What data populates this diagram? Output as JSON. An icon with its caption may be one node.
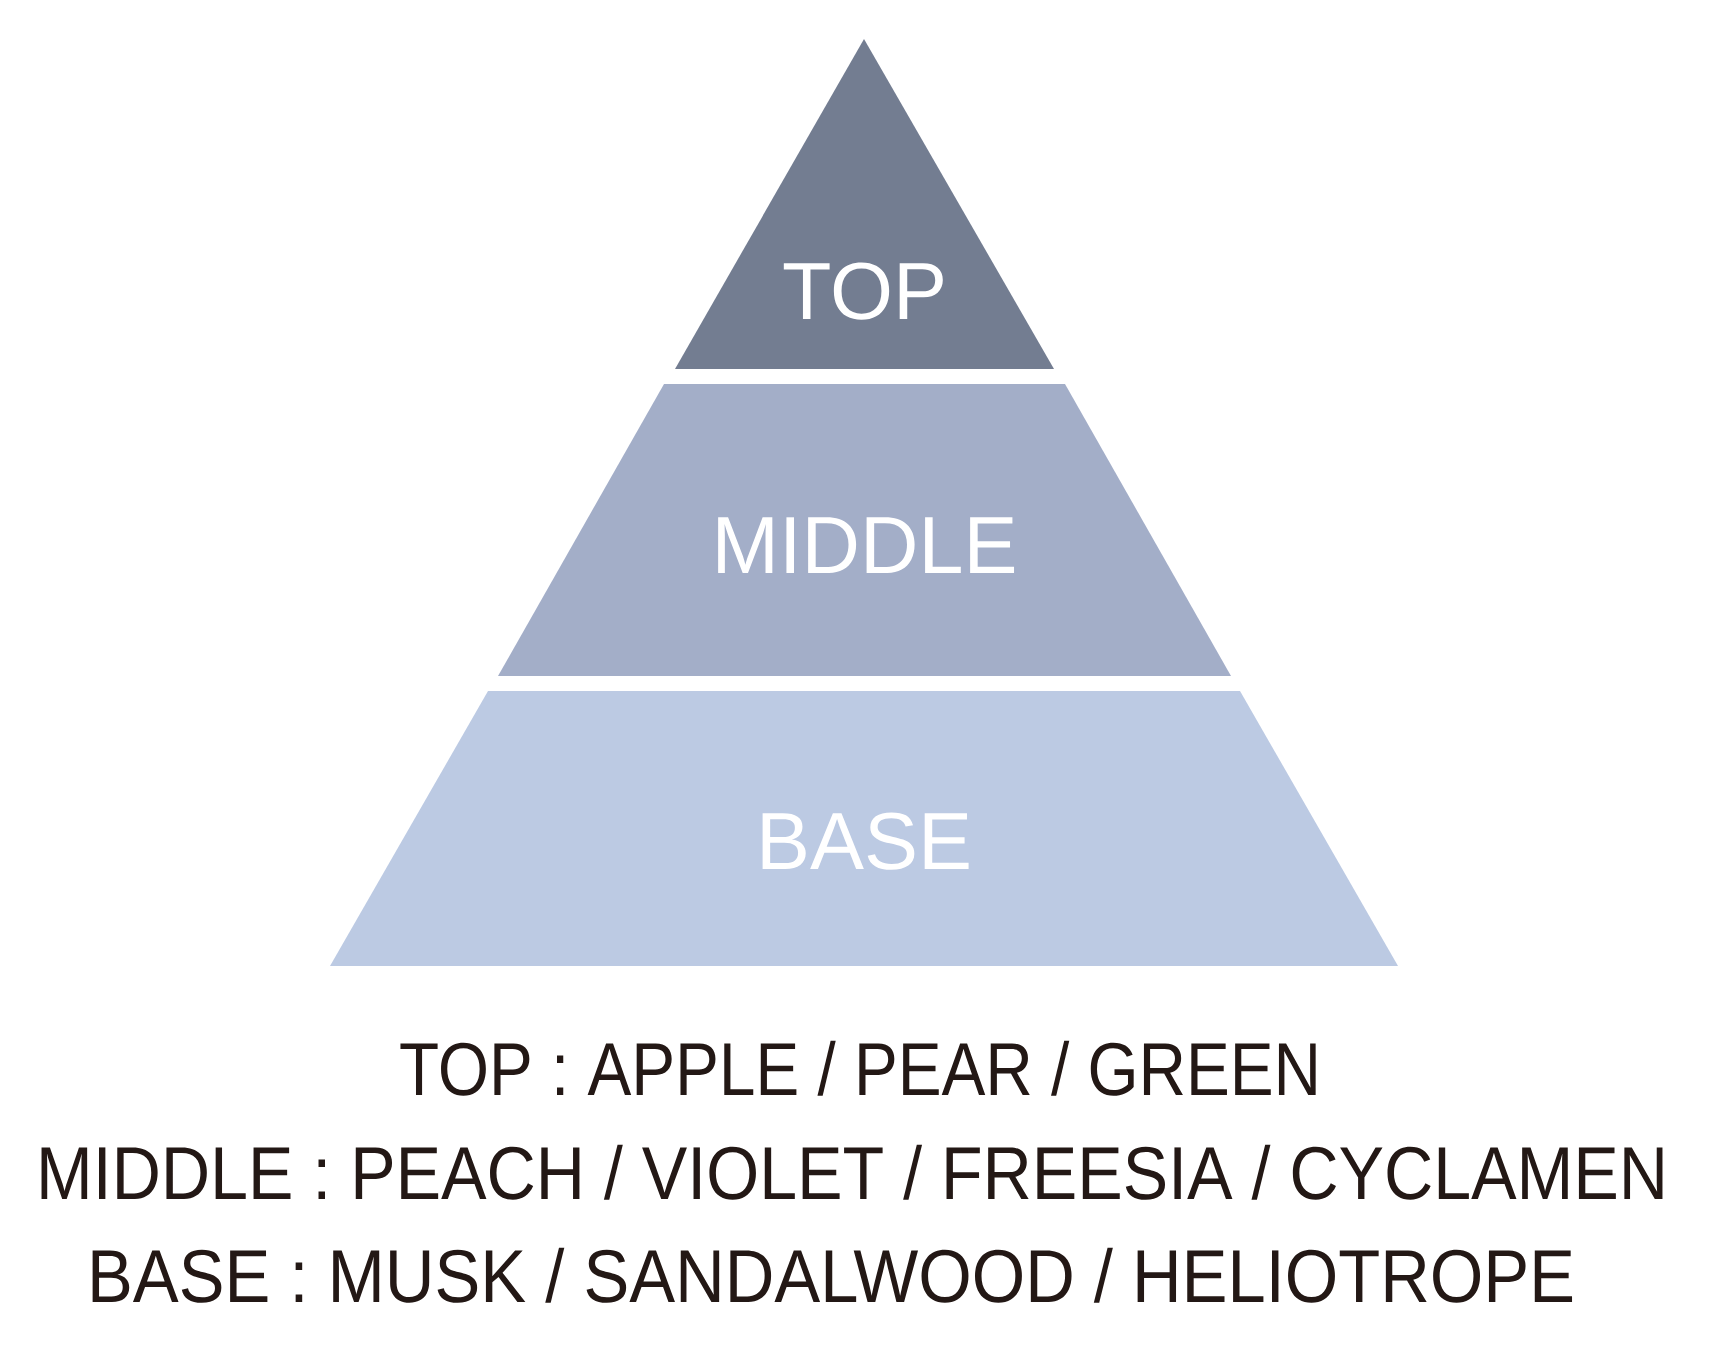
{
  "diagram": {
    "nodes": [
      {
        "text": [
          "TOP"
        ]
      },
      {
        "text": [
          "MIDDLE"
        ]
      },
      {
        "text": [
          "BASE"
        ]
      }
    ],
    "labels": [
      "TOP : APPLE / PEAR / GREEN",
      "MIDDLE : PEACH / VIOLET / FREESIA / CYCLAMEN",
      "BASE : MUSK / SANDALWOOD / HELIOTROPE"
    ]
  }
}
